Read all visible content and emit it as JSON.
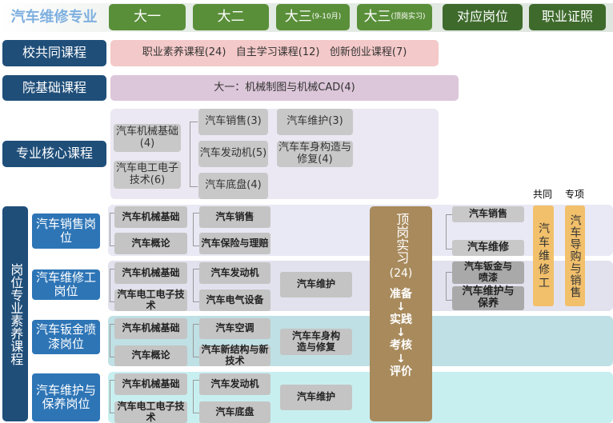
{
  "header": {
    "title": "汽车维修专业",
    "cols": [
      {
        "main": "大一",
        "sub": ""
      },
      {
        "main": "大二",
        "sub": ""
      },
      {
        "main": "大三",
        "sub": "(9-10月)"
      },
      {
        "main": "大三",
        "sub": "(顶岗实习)"
      },
      {
        "main": "对应岗位",
        "sub": ""
      },
      {
        "main": "职业证照",
        "sub": ""
      }
    ]
  },
  "school": {
    "label": "校共同课程",
    "content": "职业素养课程(24)   自主学习课程(12)   创新创业课程(7)"
  },
  "college": {
    "label": "院基础课程",
    "content": "大一：机械制图与机械CAD(4)"
  },
  "core": {
    "label": "专业核心课程",
    "year1": [
      "汽车机械基础(4)",
      "汽车电工电子技术(6)"
    ],
    "year2": [
      "汽车销售(3)",
      "汽车发动机(5)",
      "汽车底盘(4)"
    ],
    "year3": [
      "汽车维护(3)",
      "汽车车身构造与修复(4)"
    ]
  },
  "post": {
    "label": "岗位专业素养课程",
    "rows": [
      {
        "name": "汽车销售岗位",
        "c1": [
          "汽车机械基础",
          "汽车概论"
        ],
        "c2": [
          "汽车销售",
          "汽车保险与理赔"
        ],
        "c3": ""
      },
      {
        "name": "汽车维修工岗位",
        "c1": [
          "汽车机械基础",
          "汽车电工电子技术"
        ],
        "c2": [
          "汽车发动机",
          "汽车电气设备"
        ],
        "c3": "汽车维护"
      },
      {
        "name": "汽车钣金喷漆岗位",
        "c1": [
          "汽车机械基础",
          "汽车概论"
        ],
        "c2": [
          "汽车空调",
          "汽车新结构与新技术"
        ],
        "c3": "汽车车身构造与修复"
      },
      {
        "name": "汽车维护与保养岗位",
        "c1": [
          "汽车机械基础",
          "汽车电工电子技术"
        ],
        "c2": [
          "汽车发动机",
          "汽车底盘"
        ],
        "c3": "汽车维护"
      }
    ]
  },
  "internship": {
    "title": "顶岗实习",
    "credits": "(24)",
    "steps": [
      "准备",
      "↓",
      "实践",
      "↓",
      "考核",
      "↓",
      "评价"
    ]
  },
  "positions": [
    "汽车销售",
    "汽车维修",
    "汽车钣金与喷漆",
    "汽车维护与保养"
  ],
  "certs": {
    "common_label": "共同",
    "special_label": "专项",
    "common": "汽车维修工",
    "special": "汽车导购与销售"
  }
}
